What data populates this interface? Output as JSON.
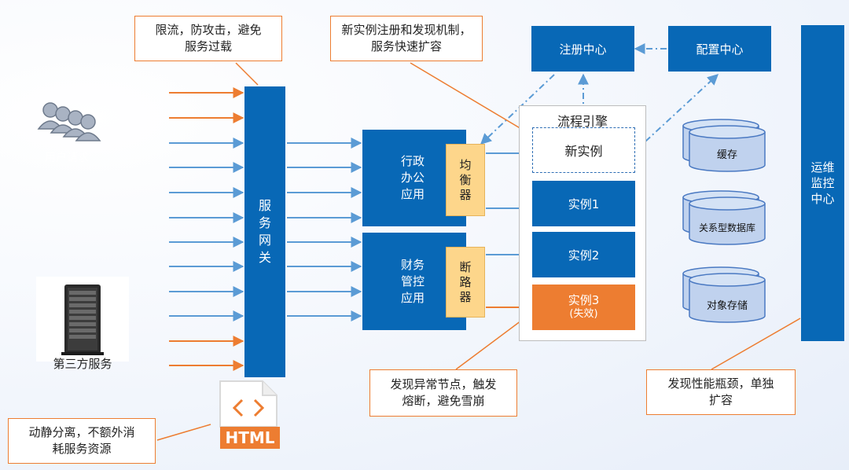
{
  "callouts": {
    "rate_limit": "限流，防攻击，避免\n服务过载",
    "registration": "新实例注册和发现机制，\n服务快速扩容",
    "circuit": "发现异常节点，触发\n熔断，避免雪崩",
    "bottleneck": "发现性能瓶颈，单独\n扩容",
    "static_split": "动静分离，不额外消\n耗服务资源"
  },
  "gateway": {
    "label": "服\n务\n网\n关"
  },
  "sources": {
    "users": "用户请求",
    "third_party": "第三方服务",
    "html_icon": "HTML"
  },
  "apps": {
    "admin": {
      "label": "行政\n办公\n应用",
      "component": "均\n衡\n器"
    },
    "finance": {
      "label": "财务\n管控\n应用",
      "component": "断\n路\n器"
    }
  },
  "engine": {
    "title": "流程引擎",
    "new_instance": "新实例",
    "instance1": "实例1",
    "instance2": "实例2",
    "instance3": "实例3",
    "instance3_status": "(失效)"
  },
  "centers": {
    "registry": "注册中心",
    "config": "配置中心",
    "ops": "运维\n监控\n中心"
  },
  "storage": {
    "cache": "缓存",
    "relational_db": "关系型数据库",
    "object_storage": "对象存储"
  },
  "colors": {
    "primary_blue": "#0868b6",
    "accent_orange": "#ed7d31",
    "yellow": "#fdd68b",
    "arrow_blue": "#5b9bd5",
    "storage_fill": "#c0d2ee"
  }
}
